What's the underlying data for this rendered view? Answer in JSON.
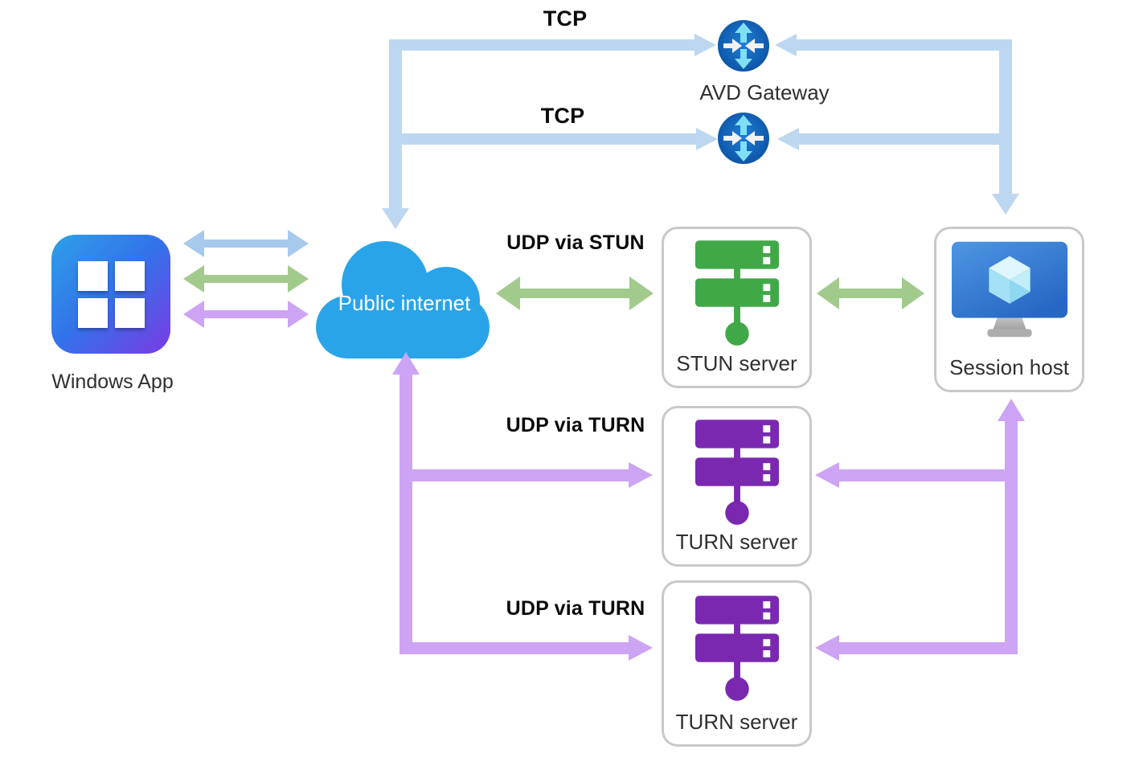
{
  "labels": {
    "tcp_top": "TCP",
    "tcp_bottom": "TCP",
    "udp_stun": "UDP via STUN",
    "udp_turn_top": "UDP via TURN",
    "udp_turn_bottom": "UDP via TURN"
  },
  "nodes": {
    "windows_app": "Windows App",
    "public_internet": "Public internet",
    "avd_gateway": "AVD Gateway",
    "stun_server": "STUN server",
    "turn_server_top": "TURN server",
    "turn_server_bottom": "TURN server",
    "session_host": "Session host"
  },
  "colors": {
    "tcp_line": "#BDD7F0",
    "blue_arrow": "#A7C9EC",
    "green_arrow": "#A3CA8D",
    "purple_arrow": "#CDA4F4",
    "cloud_blue": "#29A4E9",
    "stun_green": "#41A847",
    "turn_purple": "#7A28B0",
    "box_border": "#C9C9C9",
    "gateway_blue_light": "#1E7FD8",
    "gateway_blue_dark": "#0B4D9D",
    "gateway_cyan": "#7FDFF6",
    "app_blue": "#2EA0E6",
    "app_purple": "#7B3AE2",
    "monitor_blue_light": "#4E96E2",
    "monitor_blue_dark": "#2767C4",
    "cube_top": "#DFF6FD",
    "cube_left": "#A5E1F6",
    "cube_right": "#C2EEFA",
    "cube_bottom": "#8FD8F1",
    "stand_gray": "#ADADAD",
    "label_color": "#303030",
    "bold_label_color": "#0a0a0a"
  }
}
